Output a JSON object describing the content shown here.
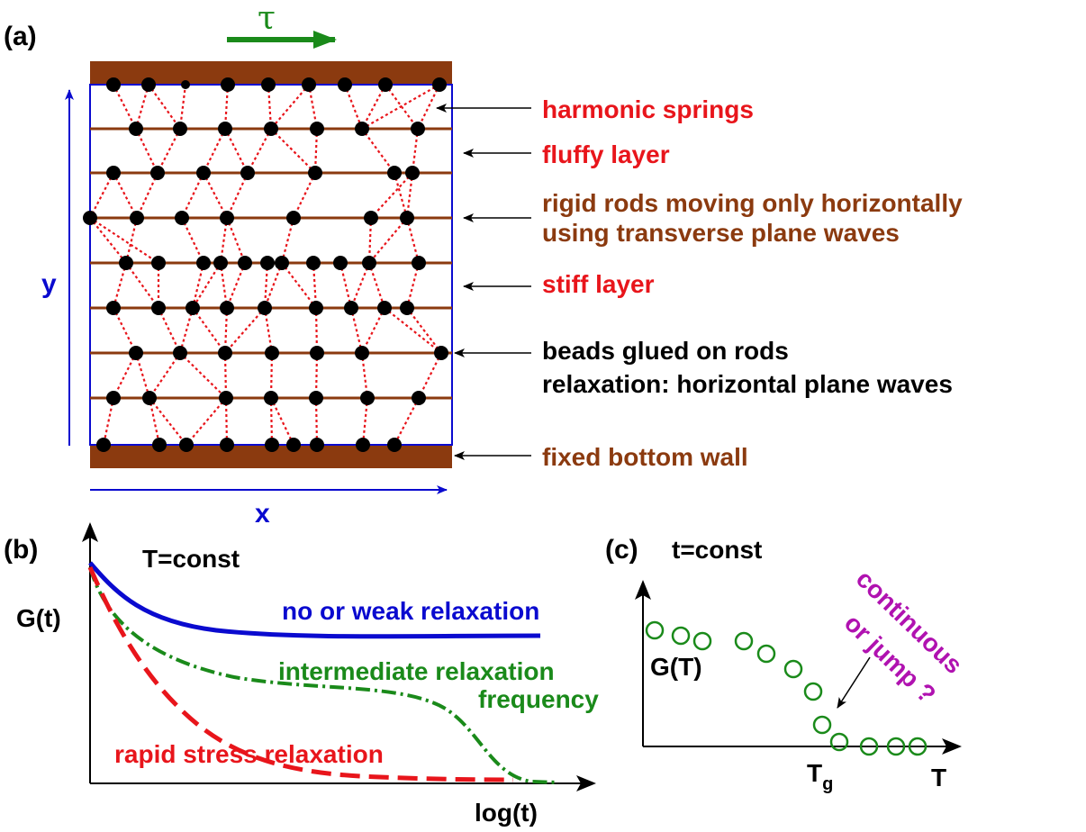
{
  "panel_a": {
    "tag": "(a)",
    "tau": "τ",
    "axis_y": "y",
    "axis_x": "x",
    "annotations": [
      {
        "lines": [
          "harmonic springs"
        ],
        "color": "#e8151b"
      },
      {
        "lines": [
          "fluffy layer"
        ],
        "color": "#e8151b"
      },
      {
        "lines": [
          "rigid rods moving only horizontally",
          "using transverse plane waves"
        ],
        "color": "#8b3a0f"
      },
      {
        "lines": [
          "stiff layer"
        ],
        "color": "#e8151b"
      },
      {
        "lines": [
          "beads glued on rods",
          "relaxation: horizontal plane waves"
        ],
        "color": "#000000"
      },
      {
        "lines": [
          "fixed bottom wall"
        ],
        "color": "#8b3a0f"
      }
    ]
  },
  "panel_b": {
    "tag": "(b)",
    "condition": "T=const",
    "ylabel": "G(t)",
    "xlabel": "log(t)",
    "curves": [
      {
        "label": "no or weak relaxation",
        "color": "#0a0acf"
      },
      {
        "label": "intermediate relaxation",
        "label2": "frequency",
        "color": "#1a8a1a"
      },
      {
        "label": "rapid stress relaxation",
        "color": "#e8151b"
      }
    ]
  },
  "panel_c": {
    "tag": "(c)",
    "condition": "t=const",
    "ylabel": "G(T)",
    "xlabel": "T",
    "tick": "T",
    "tick_sub": "g",
    "question_line1": "continuous",
    "question_line2": "or jump ?",
    "question_color": "#b012b0",
    "marker_color": "#1a8a1a"
  }
}
